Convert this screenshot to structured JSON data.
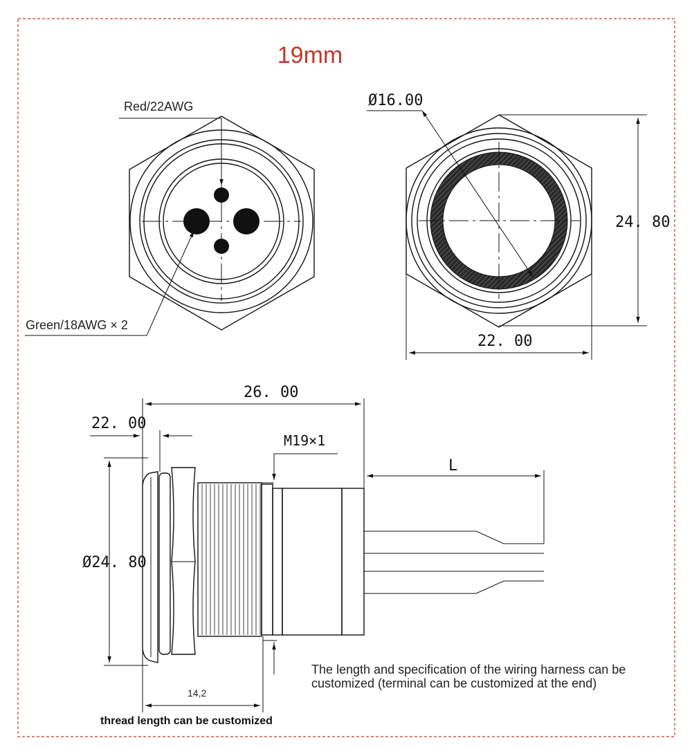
{
  "title": "19mm",
  "front_view": {
    "wire_label_top": "Red/22AWG",
    "wire_label_bottom": "Green/18AWG × 2"
  },
  "back_view": {
    "ring_diameter": "Ø16.00",
    "height_dim": "24. 80",
    "width_dim": "22. 00"
  },
  "side_view": {
    "overall_length": "26. 00",
    "head_thickness": "22. 00",
    "thread_spec": "M19×1",
    "cable_length": "L",
    "body_diameter": "Ø24. 80",
    "thread_length": "14,2"
  },
  "notes": {
    "harness": "The length and specification of the wiring harness can be customized (terminal can be customized at the end)",
    "thread": "thread length can be customized"
  },
  "colors": {
    "border": "#c0392b",
    "title": "#c0392b",
    "line": "#111111"
  }
}
